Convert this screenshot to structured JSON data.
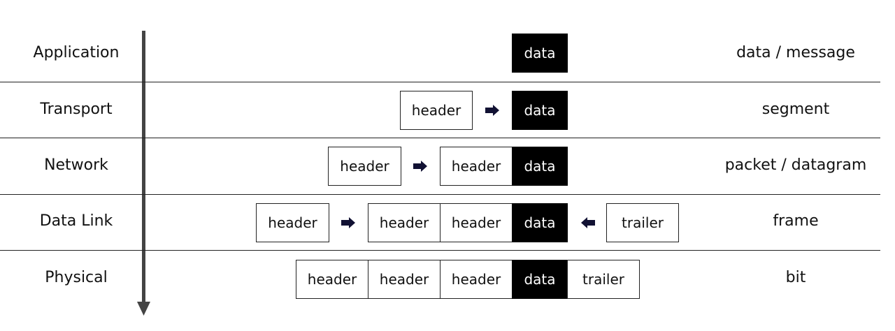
{
  "layers": [
    {
      "name": "Application",
      "unit": "data / message"
    },
    {
      "name": "Transport",
      "unit": "segment"
    },
    {
      "name": "Network",
      "unit": "packet / datagram"
    },
    {
      "name": "Data Link",
      "unit": "frame"
    },
    {
      "name": "Physical",
      "unit": "bit"
    }
  ],
  "labels": {
    "data": "data",
    "header": "header",
    "trailer": "trailer"
  },
  "colors": {
    "data_fill": "#000000",
    "line": "#222222",
    "axis": "#444444",
    "arrow_fill": "#111133"
  }
}
